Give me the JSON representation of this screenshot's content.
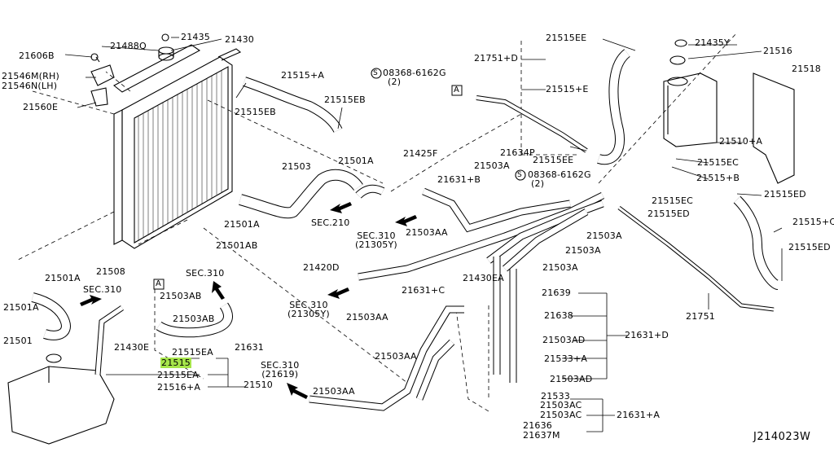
{
  "diagram_code": "J214023W",
  "highlight_color": "#a6e54a",
  "labels": [
    {
      "id": "p21606B",
      "text": "21606B"
    },
    {
      "id": "p21488Q",
      "text": "21488Q"
    },
    {
      "id": "p21435",
      "text": "21435"
    },
    {
      "id": "p21430",
      "text": "21430"
    },
    {
      "id": "p21546M",
      "text": "21546M(RH)"
    },
    {
      "id": "p21546N",
      "text": "21546N(LH)"
    },
    {
      "id": "p21560E",
      "text": "21560E"
    },
    {
      "id": "p21515pA_1",
      "text": "21515+A"
    },
    {
      "id": "p21515EB_1",
      "text": "21515EB"
    },
    {
      "id": "p21515EB_2",
      "text": "21515EB"
    },
    {
      "id": "p08368_1",
      "text": "08368-6162G"
    },
    {
      "id": "p08368_1b",
      "text": "(2)"
    },
    {
      "id": "p21751pD",
      "text": "21751+D"
    },
    {
      "id": "p21515EE_1",
      "text": "21515EE"
    },
    {
      "id": "p21515pE",
      "text": "21515+E"
    },
    {
      "id": "p21515EE_2",
      "text": "21515EE"
    },
    {
      "id": "p21435Y",
      "text": "21435Y"
    },
    {
      "id": "p21516",
      "text": "21516"
    },
    {
      "id": "p21518",
      "text": "21518"
    },
    {
      "id": "p21510pA",
      "text": "21510+A"
    },
    {
      "id": "p21515EC_1",
      "text": "21515EC"
    },
    {
      "id": "p21515pB",
      "text": "21515+B"
    },
    {
      "id": "p21515EC_2",
      "text": "21515EC"
    },
    {
      "id": "p21515ED_1",
      "text": "21515ED"
    },
    {
      "id": "p21515ED_2",
      "text": "21515ED"
    },
    {
      "id": "p21515pC",
      "text": "21515+C"
    },
    {
      "id": "p21515ED_3",
      "text": "21515ED"
    },
    {
      "id": "p21503",
      "text": "21503"
    },
    {
      "id": "p21501A_1",
      "text": "21501A"
    },
    {
      "id": "p21425F",
      "text": "21425F"
    },
    {
      "id": "p21634P",
      "text": "21634P"
    },
    {
      "id": "p21503A_1",
      "text": "21503A"
    },
    {
      "id": "p21631pB",
      "text": "21631+B"
    },
    {
      "id": "p08368_2",
      "text": "08368-6162G"
    },
    {
      "id": "p08368_2b",
      "text": "(2)"
    },
    {
      "id": "p21501A_2",
      "text": "21501A"
    },
    {
      "id": "p21501AB",
      "text": "21501AB"
    },
    {
      "id": "p21503AA_1",
      "text": "21503AA"
    },
    {
      "id": "p21503A_2",
      "text": "21503A"
    },
    {
      "id": "p21503A_3",
      "text": "21503A"
    },
    {
      "id": "p21503A_4",
      "text": "21503A"
    },
    {
      "id": "p21420D",
      "text": "21420D"
    },
    {
      "id": "p21430EA",
      "text": "21430EA"
    },
    {
      "id": "p21631pC",
      "text": "21631+C"
    },
    {
      "id": "p21503AA_2",
      "text": "21503AA"
    },
    {
      "id": "p21508",
      "text": "21508"
    },
    {
      "id": "p21501A_3",
      "text": "21501A"
    },
    {
      "id": "p21501A_4",
      "text": "21501A"
    },
    {
      "id": "p21501",
      "text": "21501"
    },
    {
      "id": "p21503AB_1",
      "text": "21503AB"
    },
    {
      "id": "p21503AB_2",
      "text": "21503AB"
    },
    {
      "id": "p21631",
      "text": "21631"
    },
    {
      "id": "p21430E",
      "text": "21430E"
    },
    {
      "id": "p21515EA_1",
      "text": "21515EA"
    },
    {
      "id": "p21515",
      "text": "21515"
    },
    {
      "id": "p21515EA_2",
      "text": "21515EA"
    },
    {
      "id": "p21516pA",
      "text": "21516+A"
    },
    {
      "id": "p21510",
      "text": "21510"
    },
    {
      "id": "p21639",
      "text": "21639"
    },
    {
      "id": "p21638",
      "text": "21638"
    },
    {
      "id": "p21503AD_1",
      "text": "21503AD"
    },
    {
      "id": "p21533pA",
      "text": "21533+A"
    },
    {
      "id": "p21503AD_2",
      "text": "21503AD"
    },
    {
      "id": "p21631pD",
      "text": "21631+D"
    },
    {
      "id": "p21503AA_3",
      "text": "21503AA"
    },
    {
      "id": "p21503AA_4",
      "text": "21503AA"
    },
    {
      "id": "p21533",
      "text": "21533"
    },
    {
      "id": "p21503AC_1",
      "text": "21503AC"
    },
    {
      "id": "p21503AC_2",
      "text": "21503AC"
    },
    {
      "id": "p21631pA",
      "text": "21631+A"
    },
    {
      "id": "p21636",
      "text": "21636"
    },
    {
      "id": "p21637M",
      "text": "21637M"
    },
    {
      "id": "p21751",
      "text": "21751"
    }
  ],
  "sec_refs": [
    {
      "id": "s210",
      "line1": "SEC.210",
      "line2": ""
    },
    {
      "id": "s310a",
      "line1": "SEC.310",
      "line2": "(21305Y)"
    },
    {
      "id": "s310b",
      "line1": "SEC.310",
      "line2": ""
    },
    {
      "id": "s310c",
      "line1": "SEC.310",
      "line2": ""
    },
    {
      "id": "s310d",
      "line1": "SEC.310",
      "line2": "(21305Y)"
    },
    {
      "id": "s310e",
      "line1": "SEC.310",
      "line2": "(21619)"
    }
  ],
  "markers": {
    "a1": "A",
    "a2": "A",
    "s1": "S",
    "s2": "S"
  }
}
